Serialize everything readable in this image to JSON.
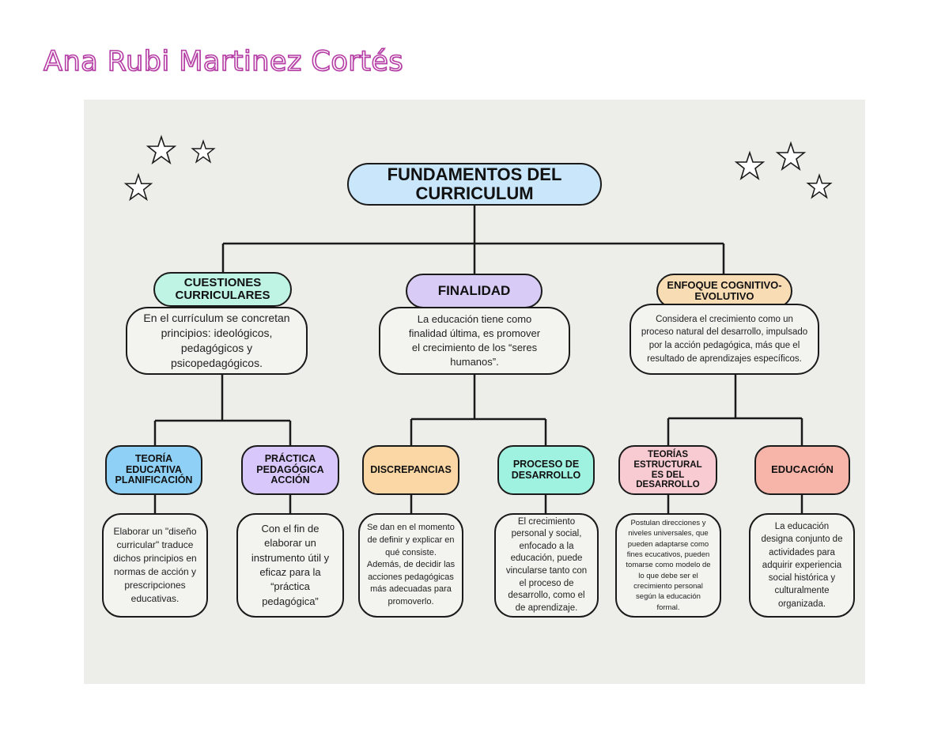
{
  "author": "Ana Rubi Martinez Cortés",
  "colors": {
    "root": "#c9e6fb",
    "cuestiones": "#bff3e4",
    "finalidad": "#d8ccf6",
    "enfoque": "#f8ddb4",
    "teoria_educativa": "#8fd0f6",
    "practica": "#d8c7fb",
    "discrepancias": "#fad7a4",
    "proceso": "#9ff1e0",
    "teorias_estructural": "#f8cbd3",
    "educacion": "#f7b4a8",
    "author": "#b43ca4"
  },
  "root": {
    "label": "FUNDAMENTOS DEL\nCURRICULUM"
  },
  "branches": [
    {
      "label": "CUESTIONES\nCURRICULARES",
      "description": "En el currículum se concretan\nprincipios: ideológicos,\npedagógicos y\npsicopedagógicos.",
      "children": [
        {
          "label": "TEORÍA\nEDUCATIVA\nPLANIFICACIÓN",
          "description": "Elaborar un \"diseño\ncurricular\" traduce\ndichos principios en\nnormas de acción y\nprescripciones\neducativas."
        },
        {
          "label": "PRÁCTICA\nPEDAGÓGICA\nACCIÓN",
          "description": "Con el fin de\nelaborar un\ninstrumento útil y\neficaz para la\n“práctica\npedagógica”"
        }
      ]
    },
    {
      "label": "FINALIDAD",
      "description": "La educación tiene como\nfinalidad última, es promover\nel crecimiento de los “seres\nhumanos”.",
      "children": [
        {
          "label": "DISCREPANCIAS",
          "description": "Se dan en el momento\nde definir y explicar en\nqué consiste.\nAdemás, de decidir las\nacciones pedagógicas\nmás adecuadas para\npromoverlo."
        },
        {
          "label": "PROCESO DE\nDESARROLLO",
          "description": "El crecimiento\npersonal y social,\nenfocado a la\neducación, puede\nvincularse tanto con\nel proceso de\ndesarrollo, como el\nde aprendizaje."
        }
      ]
    },
    {
      "label": "ENFOQUE COGNITIVO-\nEVOLUTIVO",
      "description": "Considera el crecimiento como un\nproceso natural del desarrollo, impulsado\npor la acción pedagógica, más que el\nresultado de aprendizajes específicos.",
      "children": [
        {
          "label": "TEORÍAS\nESTRUCTURAL\nES DEL\nDESARROLLO",
          "description": "Postulan direcciones y\nniveles universales, que\npueden adaptarse como\nfines ecucativos, pueden\ntomarse como modelo de\nlo que debe ser el\ncrecimiento personal\nsegún la educación\nformal."
        },
        {
          "label": "EDUCACIÓN",
          "description": "La educación\ndesigna conjunto de\nactividades para\nadquirir experiencia\nsocial histórica y\nculturalmente\norganizada."
        }
      ]
    }
  ]
}
